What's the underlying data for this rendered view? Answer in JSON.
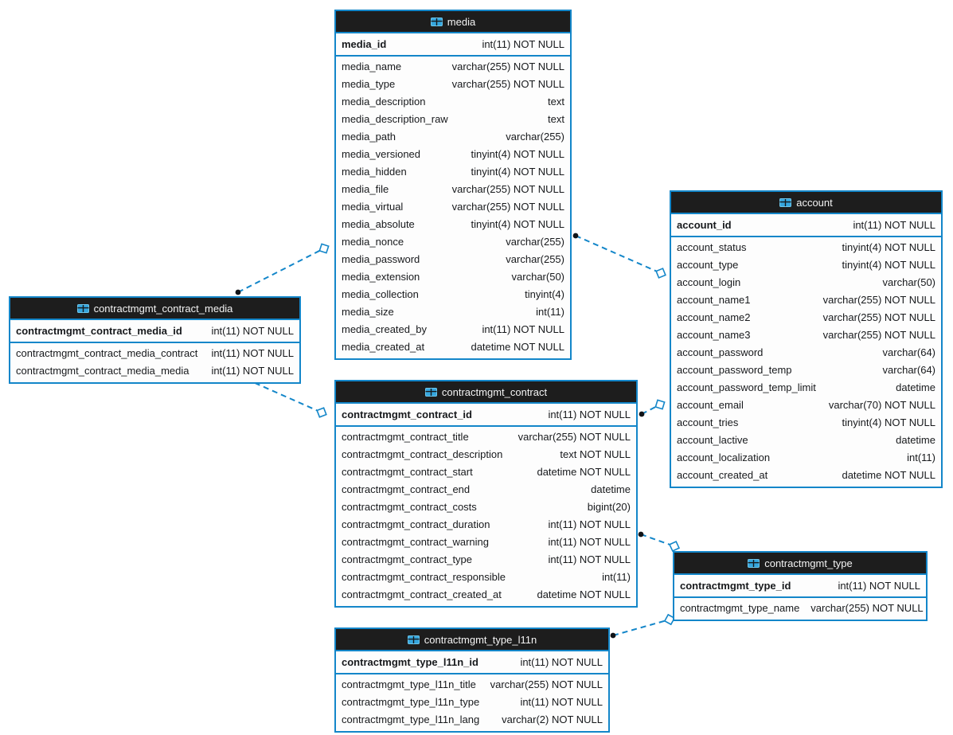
{
  "diagram": {
    "colors": {
      "table_border": "#1386c9",
      "header_background": "#1d1d1d",
      "header_text": "#f4f4f4",
      "row_background": "#fdfdfd",
      "row_text": "#17191c",
      "relation_line": "#1386c9",
      "relation_dot": "#111418"
    },
    "tables": {
      "media": {
        "icon": "table-icon",
        "title": "media",
        "pk": [
          {
            "name": "media_id",
            "type": "int(11) NOT NULL"
          }
        ],
        "columns": [
          {
            "name": "media_name",
            "type": "varchar(255) NOT NULL"
          },
          {
            "name": "media_type",
            "type": "varchar(255) NOT NULL"
          },
          {
            "name": "media_description",
            "type": "text"
          },
          {
            "name": "media_description_raw",
            "type": "text"
          },
          {
            "name": "media_path",
            "type": "varchar(255)"
          },
          {
            "name": "media_versioned",
            "type": "tinyint(4) NOT NULL"
          },
          {
            "name": "media_hidden",
            "type": "tinyint(4) NOT NULL"
          },
          {
            "name": "media_file",
            "type": "varchar(255) NOT NULL"
          },
          {
            "name": "media_virtual",
            "type": "varchar(255) NOT NULL"
          },
          {
            "name": "media_absolute",
            "type": "tinyint(4) NOT NULL"
          },
          {
            "name": "media_nonce",
            "type": "varchar(255)"
          },
          {
            "name": "media_password",
            "type": "varchar(255)"
          },
          {
            "name": "media_extension",
            "type": "varchar(50)"
          },
          {
            "name": "media_collection",
            "type": "tinyint(4)"
          },
          {
            "name": "media_size",
            "type": "int(11)"
          },
          {
            "name": "media_created_by",
            "type": "int(11) NOT NULL"
          },
          {
            "name": "media_created_at",
            "type": "datetime NOT NULL"
          }
        ]
      },
      "account": {
        "icon": "table-icon",
        "title": "account",
        "pk": [
          {
            "name": "account_id",
            "type": "int(11) NOT NULL"
          }
        ],
        "columns": [
          {
            "name": "account_status",
            "type": "tinyint(4) NOT NULL"
          },
          {
            "name": "account_type",
            "type": "tinyint(4) NOT NULL"
          },
          {
            "name": "account_login",
            "type": "varchar(50)"
          },
          {
            "name": "account_name1",
            "type": "varchar(255) NOT NULL"
          },
          {
            "name": "account_name2",
            "type": "varchar(255) NOT NULL"
          },
          {
            "name": "account_name3",
            "type": "varchar(255) NOT NULL"
          },
          {
            "name": "account_password",
            "type": "varchar(64)"
          },
          {
            "name": "account_password_temp",
            "type": "varchar(64)"
          },
          {
            "name": "account_password_temp_limit",
            "type": "datetime"
          },
          {
            "name": "account_email",
            "type": "varchar(70) NOT NULL"
          },
          {
            "name": "account_tries",
            "type": "tinyint(4) NOT NULL"
          },
          {
            "name": "account_lactive",
            "type": "datetime"
          },
          {
            "name": "account_localization",
            "type": "int(11)"
          },
          {
            "name": "account_created_at",
            "type": "datetime NOT NULL"
          }
        ]
      },
      "contractmgmt_contract_media": {
        "icon": "table-icon",
        "title": "contractmgmt_contract_media",
        "pk": [
          {
            "name": "contractmgmt_contract_media_id",
            "type": "int(11) NOT NULL"
          }
        ],
        "columns": [
          {
            "name": "contractmgmt_contract_media_contract",
            "type": "int(11) NOT NULL"
          },
          {
            "name": "contractmgmt_contract_media_media",
            "type": "int(11) NOT NULL"
          }
        ]
      },
      "contractmgmt_contract": {
        "icon": "table-icon",
        "title": "contractmgmt_contract",
        "pk": [
          {
            "name": "contractmgmt_contract_id",
            "type": "int(11) NOT NULL"
          }
        ],
        "columns": [
          {
            "name": "contractmgmt_contract_title",
            "type": "varchar(255) NOT NULL"
          },
          {
            "name": "contractmgmt_contract_description",
            "type": "text NOT NULL"
          },
          {
            "name": "contractmgmt_contract_start",
            "type": "datetime NOT NULL"
          },
          {
            "name": "contractmgmt_contract_end",
            "type": "datetime"
          },
          {
            "name": "contractmgmt_contract_costs",
            "type": "bigint(20)"
          },
          {
            "name": "contractmgmt_contract_duration",
            "type": "int(11) NOT NULL"
          },
          {
            "name": "contractmgmt_contract_warning",
            "type": "int(11) NOT NULL"
          },
          {
            "name": "contractmgmt_contract_type",
            "type": "int(11) NOT NULL"
          },
          {
            "name": "contractmgmt_contract_responsible",
            "type": "int(11)"
          },
          {
            "name": "contractmgmt_contract_created_at",
            "type": "datetime NOT NULL"
          }
        ]
      },
      "contractmgmt_type": {
        "icon": "table-icon",
        "title": "contractmgmt_type",
        "pk": [
          {
            "name": "contractmgmt_type_id",
            "type": "int(11) NOT NULL"
          }
        ],
        "columns": [
          {
            "name": "contractmgmt_type_name",
            "type": "varchar(255) NOT NULL"
          }
        ]
      },
      "contractmgmt_type_l11n": {
        "icon": "table-icon",
        "title": "contractmgmt_type_l11n",
        "pk": [
          {
            "name": "contractmgmt_type_l11n_id",
            "type": "int(11) NOT NULL"
          }
        ],
        "columns": [
          {
            "name": "contractmgmt_type_l11n_title",
            "type": "varchar(255) NOT NULL"
          },
          {
            "name": "contractmgmt_type_l11n_type",
            "type": "int(11) NOT NULL"
          },
          {
            "name": "contractmgmt_type_l11n_lang",
            "type": "varchar(2) NOT NULL"
          }
        ]
      }
    },
    "relations": [
      {
        "from": "contractmgmt_contract_media",
        "to": "media",
        "from_marker": "dot",
        "to_marker": "diamond"
      },
      {
        "from": "media",
        "to": "account",
        "from_marker": "dot",
        "to_marker": "diamond"
      },
      {
        "from": "contractmgmt_contract_media",
        "to": "contractmgmt_contract",
        "from_marker": "dot",
        "to_marker": "diamond"
      },
      {
        "from": "contractmgmt_contract",
        "to": "account",
        "from_marker": "dot",
        "to_marker": "diamond"
      },
      {
        "from": "contractmgmt_contract",
        "to": "contractmgmt_type",
        "from_marker": "dot",
        "to_marker": "diamond"
      },
      {
        "from": "contractmgmt_type_l11n",
        "to": "contractmgmt_type",
        "from_marker": "dot",
        "to_marker": "diamond"
      }
    ]
  }
}
